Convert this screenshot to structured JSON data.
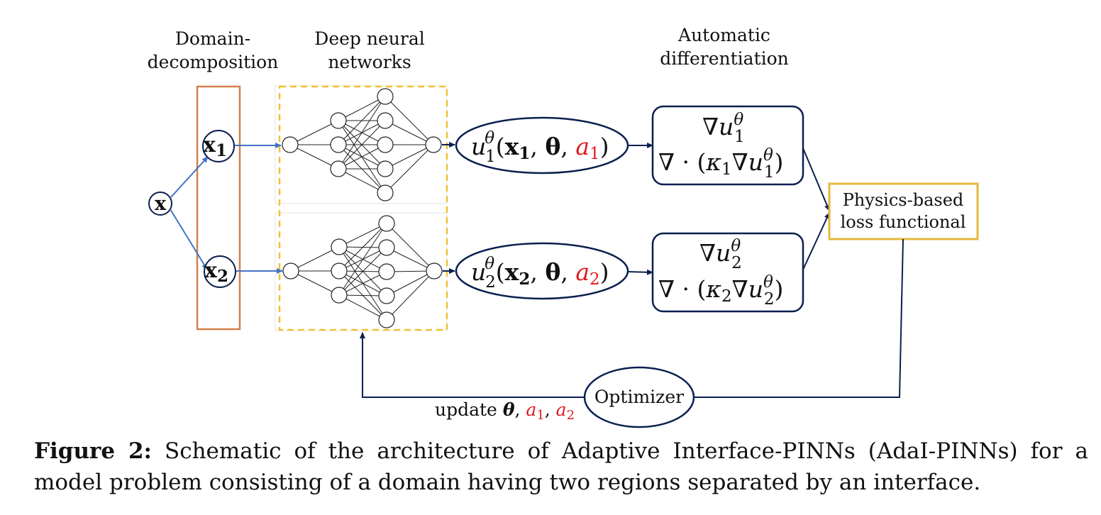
{
  "headers": {
    "domain_decomposition_line1": "Domain-",
    "domain_decomposition_line2": "decomposition",
    "dnn_line1": "Deep neural",
    "dnn_line2": "networks",
    "autodiff_line1": "Automatic",
    "autodiff_line2": "differentiation"
  },
  "input_node": {
    "label": "x"
  },
  "sub_inputs": [
    {
      "base": "x",
      "sub": "1"
    },
    {
      "base": "x",
      "sub": "2"
    }
  ],
  "outputs": [
    {
      "func": "u",
      "sup": "θ",
      "sub": "1",
      "arg_x": "x",
      "arg_x_sub": "1",
      "theta": "θ",
      "a": "a",
      "a_sub": "1"
    },
    {
      "func": "u",
      "sup": "θ",
      "sub": "2",
      "arg_x": "x",
      "arg_x_sub": "2",
      "theta": "θ",
      "a": "a",
      "a_sub": "2"
    }
  ],
  "derivatives": [
    {
      "grad": "∇u",
      "sup": "θ",
      "sub": "1",
      "div": "∇ · (κ",
      "kappa_sub": "1",
      "div2": "∇u",
      "div_sup": "θ",
      "div_sub": "1"
    },
    {
      "grad": "∇u",
      "sup": "θ",
      "sub": "2",
      "div": "∇ · (κ",
      "kappa_sub": "2",
      "div2": "∇u",
      "div_sup": "θ",
      "div_sub": "2"
    }
  ],
  "loss_box": {
    "line1": "Physics-based",
    "line2": "loss functional"
  },
  "optimizer": {
    "label": "Optimizer"
  },
  "update_label": {
    "prefix": "update ",
    "theta": "θ",
    "a1": "a",
    "a1_sub": "1",
    "a2": "a",
    "a2_sub": "2"
  },
  "caption": {
    "label": "Figure 2:",
    "text": "Schematic of the architecture of Adaptive Interface-PINNs (AdaI-PINNs) for a model problem consisting of a domain having two regions separated by an interface."
  },
  "colors": {
    "arrow_dark": "#0b1f4f",
    "arrow_blue": "#4472c4",
    "domain_box": "#d3804a",
    "dnn_box": "#f1c232",
    "loss_box": "#e6b73b",
    "red_param": "#e0191d"
  }
}
